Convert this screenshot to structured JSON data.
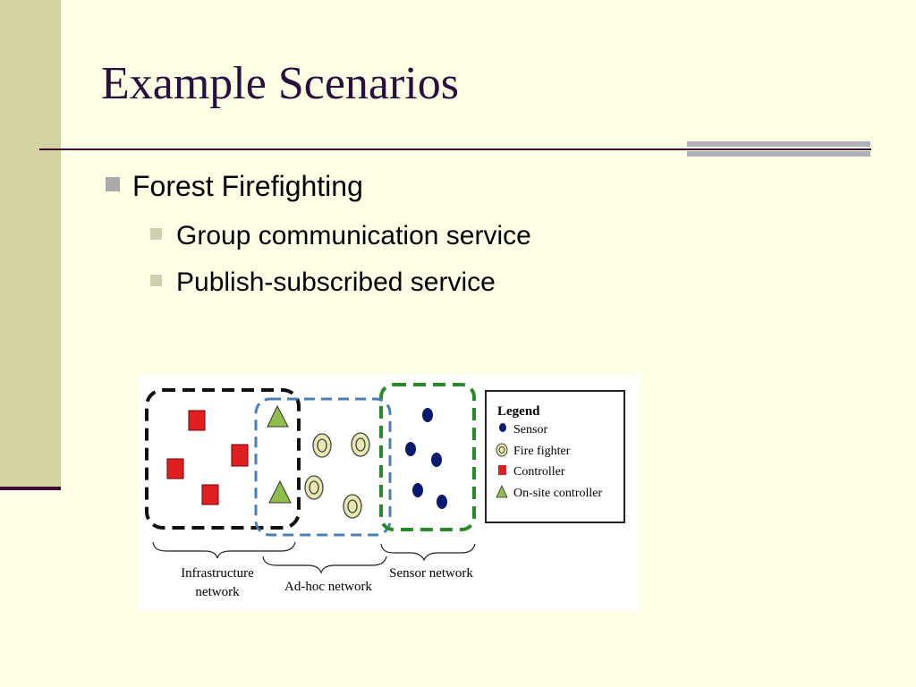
{
  "slide": {
    "title": "Example Scenarios",
    "bullet_main": "Forest Firefighting",
    "sub_bullets": [
      "Group communication service",
      "Publish-subscribed service"
    ]
  },
  "diagram": {
    "legend": {
      "title": "Legend",
      "items": [
        {
          "label": "Sensor",
          "icon": "sensor-dot-icon"
        },
        {
          "label": "Fire fighter",
          "icon": "firefighter-ring-icon"
        },
        {
          "label": "Controller",
          "icon": "controller-square-icon"
        },
        {
          "label": "On-site controller",
          "icon": "onsite-controller-triangle-icon"
        }
      ]
    },
    "regions": {
      "infrastructure_line1": "Infrastructure",
      "infrastructure_line2": "network",
      "adhoc": "Ad-hoc network",
      "sensor": "Sensor network"
    }
  },
  "colors": {
    "background": "#ffffe6",
    "left_bar": "#d3d3a2",
    "title": "#2a0f3f",
    "controller": "#e02020",
    "onsite_controller": "#8fbf4a",
    "sensor": "#0a1a6e",
    "firefighter": "#e8e8b0",
    "adhoc_border": "#4a7fb5",
    "sensor_border": "#2a8a2a"
  }
}
